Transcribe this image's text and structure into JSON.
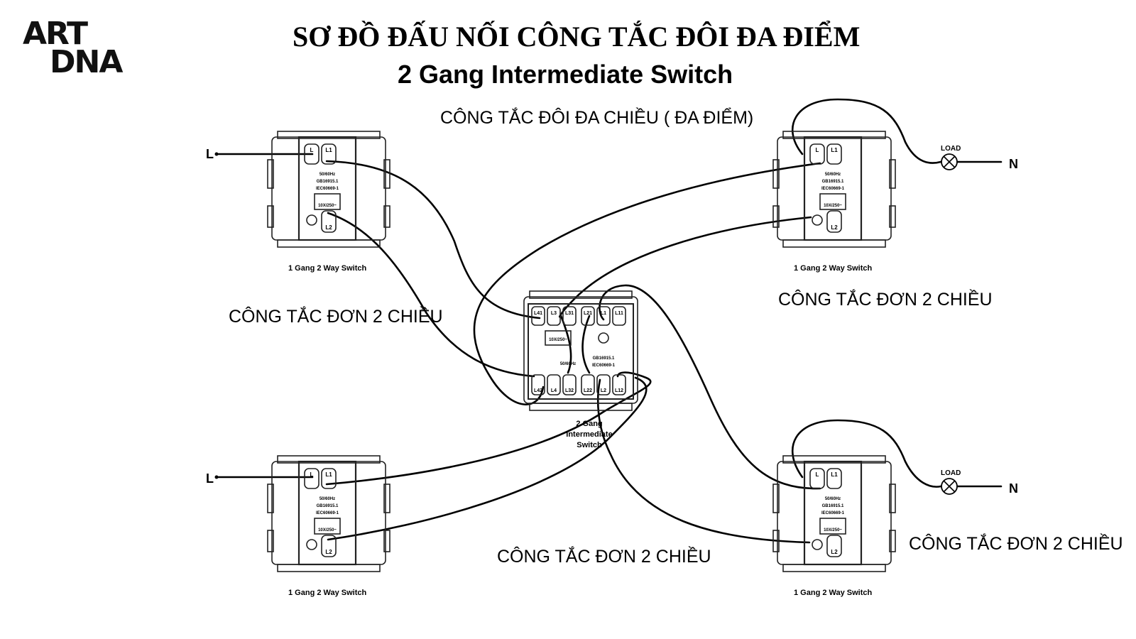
{
  "logo": {
    "line1": "ART",
    "line2": "DNA"
  },
  "title_vi": "SƠ ĐỒ ĐẤU NỐI CÔNG TẮC ĐÔI ĐA ĐIỂM",
  "title_en": "2 Gang Intermediate Switch",
  "subtitle": "CÔNG TẮC ĐÔI ĐA CHIỀU ( ĐA ĐIỂM)",
  "switch_caption": "1 Gang 2 Way Switch",
  "labels": {
    "left_top": "CÔNG TẮC ĐƠN 2 CHIỀU",
    "right_top": "CÔNG TẮC ĐƠN 2 CHIỀU",
    "center_bottom": "CÔNG TẮC ĐƠN 2 CHIỀU",
    "right_bottom": "CÔNG TẮC ĐƠN 2 CHIỀU"
  },
  "intermediate_caption": [
    "2 Gang",
    "Intermediate",
    "Switch"
  ],
  "live_label": "L",
  "neutral_label": "N",
  "load_label": "LOAD",
  "switch_terminals": {
    "l": "L",
    "l1": "L1",
    "l2": "L2"
  },
  "switch_spec": [
    "50/60Hz",
    "GB16915.1",
    "IEC60669-1",
    "10X/250~"
  ],
  "intermediate_terminals_top": [
    "L41",
    "L3",
    "L31",
    "L21",
    "L1",
    "L11"
  ],
  "intermediate_terminals_bottom": [
    "L42",
    "L4",
    "L32",
    "L22",
    "L2",
    "L12"
  ],
  "intermediate_spec": [
    "50/60Hz",
    "GB16915.1",
    "IEC60669-1",
    "10X/250~"
  ]
}
